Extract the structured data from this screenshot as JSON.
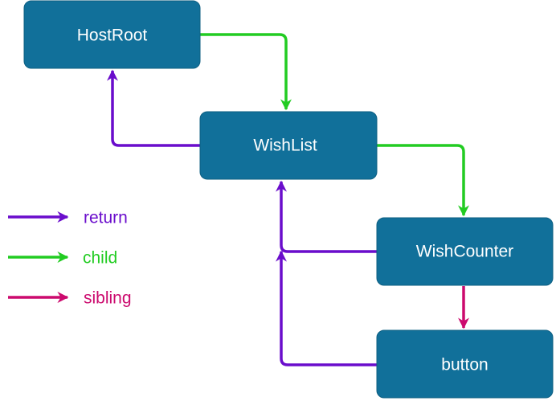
{
  "colors": {
    "node_fill": "#11709a",
    "node_text": "#ffffff",
    "return": "#6a0dcc",
    "child": "#22cc22",
    "sibling": "#cc0a6e"
  },
  "nodes": {
    "host_root": "HostRoot",
    "wish_list": "WishList",
    "wish_counter": "WishCounter",
    "button": "button"
  },
  "legend": {
    "return": "return",
    "child": "child",
    "sibling": "sibling"
  },
  "edges": [
    {
      "from": "HostRoot",
      "to": "WishList",
      "type": "child"
    },
    {
      "from": "WishList",
      "to": "WishCounter",
      "type": "child"
    },
    {
      "from": "WishCounter",
      "to": "button",
      "type": "sibling"
    },
    {
      "from": "WishList",
      "to": "HostRoot",
      "type": "return"
    },
    {
      "from": "WishCounter",
      "to": "WishList",
      "type": "return"
    },
    {
      "from": "button",
      "to": "WishList",
      "type": "return"
    }
  ]
}
